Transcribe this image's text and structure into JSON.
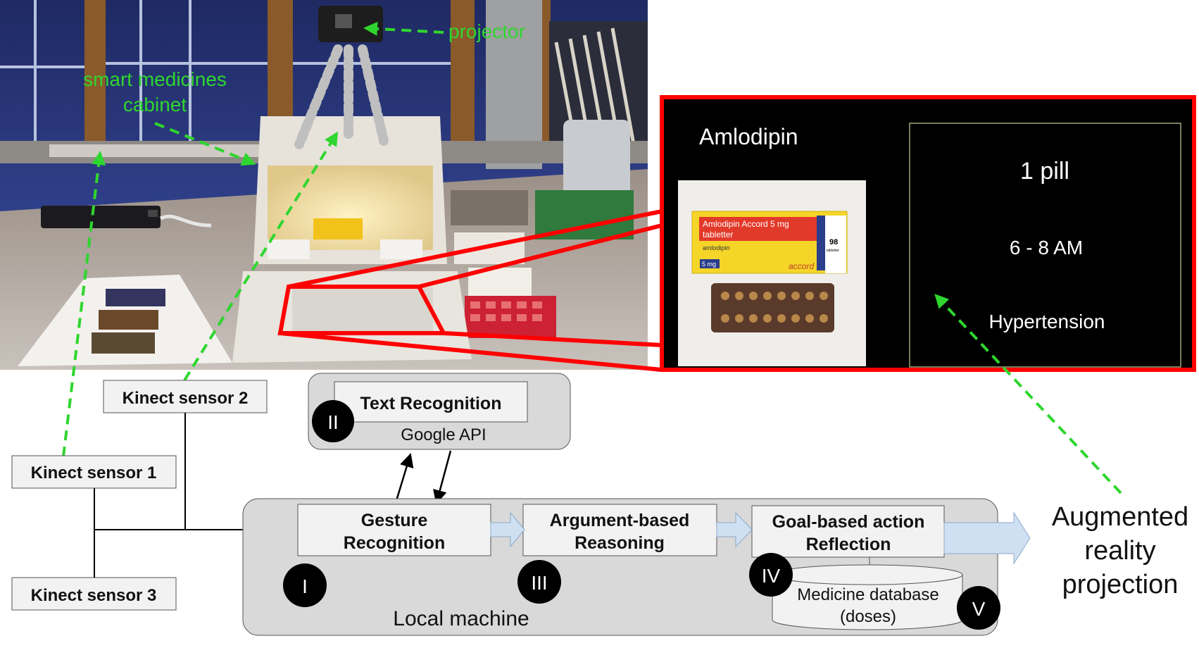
{
  "photo_labels": {
    "projector": "projector",
    "cabinet_line1": "smart medicines",
    "cabinet_line2": "cabinet"
  },
  "projection_panel": {
    "drug_name": "Amlodipin",
    "dose": "1 pill",
    "time": "6 - 8 AM",
    "condition": "Hypertension",
    "package": {
      "brand_line1": "Amlodipin Accord 5 mg",
      "brand_line2": "tabletter",
      "generic": "amlodipin",
      "strength_tag": "5 mg",
      "count": "98",
      "count_unit": "tabletter",
      "maker": "accord"
    }
  },
  "sensors": {
    "sensor1": "Kinect sensor 1",
    "sensor2": "Kinect sensor 2",
    "sensor3": "Kinect sensor 3"
  },
  "cloud": {
    "text_recognition": "Text Recognition",
    "google_api": "Google API",
    "badge": "II"
  },
  "local": {
    "title": "Local machine",
    "gesture_line1": "Gesture",
    "gesture_line2": "Recognition",
    "argument_line1": "Argument-based",
    "argument_line2": "Reasoning",
    "goal_line1": "Goal-based action",
    "goal_line2": "Reflection",
    "db_line1": "Medicine database",
    "db_line2": "(doses)",
    "badge_gesture": "I",
    "badge_argument": "III",
    "badge_goal": "IV",
    "badge_db": "V"
  },
  "output": {
    "line1": "Augmented",
    "line2": "reality",
    "line3": "projection"
  },
  "colors": {
    "annotation_green": "#2fd62f",
    "highlight_red": "#ff0000",
    "flow_arrow_fill": "#cfe0f3",
    "flow_arrow_stroke": "#8fa9c8",
    "box_fill": "#f2f2f2",
    "group_fill": "#d9d9d9"
  }
}
